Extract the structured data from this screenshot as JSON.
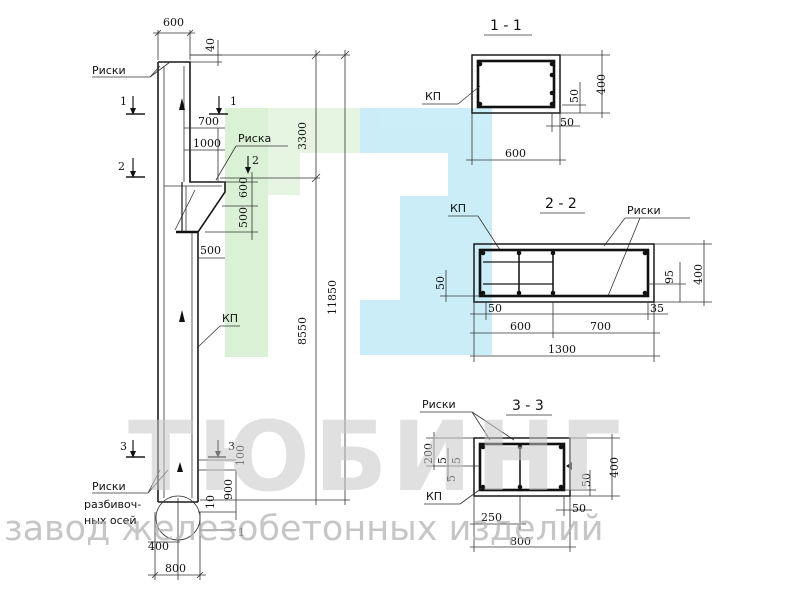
{
  "column": {
    "top_width": "600",
    "top_offset": "40",
    "risk_top": "Риски",
    "risk_mid": "Риска",
    "kp_label": "КП",
    "dim_700": "700",
    "dim_1000": "1000",
    "dim_600": "600",
    "dim_500_a": "500",
    "dim_500_b": "500",
    "dim_3300": "3300",
    "dim_8550": "8550",
    "dim_11850": "11850",
    "dim_100": "100",
    "dim_900": "900",
    "dim_10": "10",
    "dim_400": "400",
    "dim_800": "800",
    "risk_bottom": "Риски",
    "axis_note_1": "разбивоч-",
    "axis_note_2": "ных осей",
    "axis_mark": "1",
    "cut1_left": "1",
    "cut1_right": "1",
    "cut2_left": "2",
    "cut2_right": "2",
    "cut3_left": "3",
    "cut3_right": "3"
  },
  "section1": {
    "title": "1 - 1",
    "kp": "КП",
    "width": "600",
    "height": "400",
    "cover_v": "50",
    "cover_h": "50"
  },
  "section2": {
    "title": "2 - 2",
    "kp": "КП",
    "risk": "Риски",
    "d50_v": "50",
    "d50_h": "50",
    "d600": "600",
    "d700": "700",
    "d35": "35",
    "d95": "95",
    "d400": "400",
    "d1300": "1300"
  },
  "section3": {
    "title": "3 - 3",
    "risk": "Риски",
    "kp": "КП",
    "d200": "200",
    "d5a": "5",
    "d5b": "5",
    "d5c": "5",
    "d400": "400",
    "d50v": "50",
    "d50h": "50",
    "d250": "250",
    "d800": "800"
  },
  "watermark": {
    "brand": "ТЮБИНГ",
    "tagline": "завод железобетонных изделий",
    "logo_colors": [
      "#d7f0d2",
      "#c6ecf8"
    ]
  }
}
